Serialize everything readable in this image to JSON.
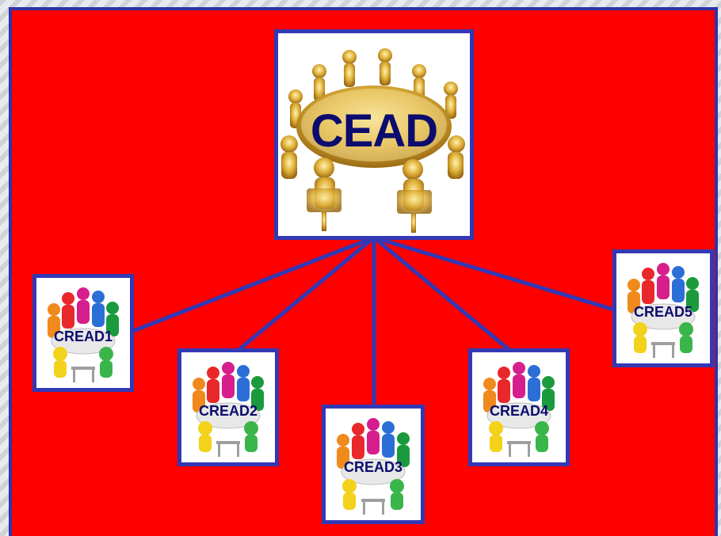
{
  "colors": {
    "background": "#ff0000",
    "border": "#3338b5",
    "connector": "#3338b5",
    "label": "#0c0c6e"
  },
  "center": {
    "label": "CEAD",
    "icon": "gold-meeting-table-icon"
  },
  "nodes": [
    {
      "label": "CREAD1",
      "icon": "colorful-meeting-group-icon"
    },
    {
      "label": "CREAD2",
      "icon": "colorful-meeting-group-icon"
    },
    {
      "label": "CREAD3",
      "icon": "colorful-meeting-group-icon"
    },
    {
      "label": "CREAD4",
      "icon": "colorful-meeting-group-icon"
    },
    {
      "label": "CREAD5",
      "icon": "colorful-meeting-group-icon"
    }
  ]
}
